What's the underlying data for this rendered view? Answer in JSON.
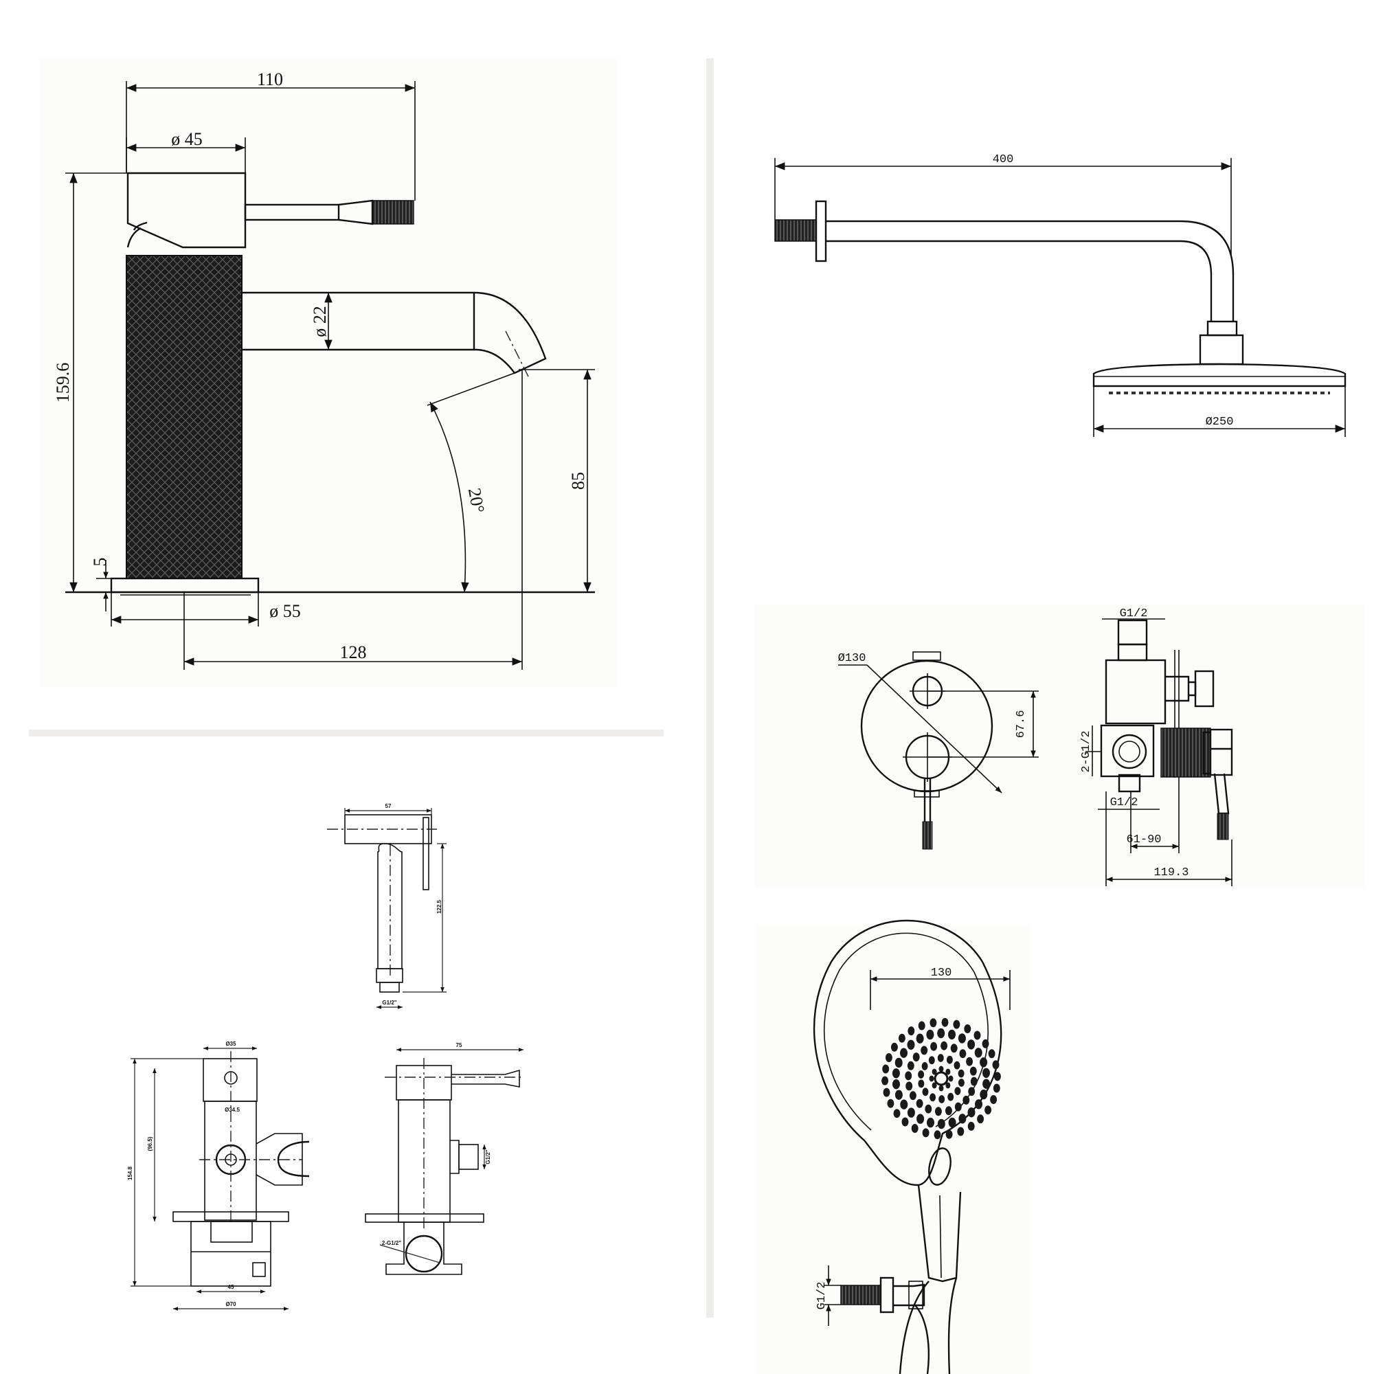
{
  "basin_mixer": {
    "dims": {
      "overall_width": "110",
      "handle_diameter": "ø 45",
      "height": "159.6",
      "spout_diameter": "ø 22",
      "spout_angle": "20°",
      "spout_height": "85",
      "base_thickness": "5",
      "base_diameter": "ø 55",
      "reach": "128"
    }
  },
  "shower_arm": {
    "dims": {
      "arm_length": "400",
      "rose_diameter": "Ø250"
    }
  },
  "diverter_mixer": {
    "dims": {
      "plate_diameter": "Ø130",
      "centres": "67.6",
      "top_thread": "G1/2",
      "side_thread": "2-G1/2",
      "bottom_thread": "G1/2",
      "wall_depth": "61-90",
      "overall_depth": "119.3"
    }
  },
  "hand_shower": {
    "dims": {
      "head_diameter": "130",
      "inlet_thread": "G1/2"
    }
  },
  "bidet_spray": {
    "dims": {
      "top_width": "57",
      "side_height": "122.5",
      "inlet": "G1/2\"",
      "mixer_body_width": "Ø35",
      "holder_note": "Ø34.5",
      "mixer_height": "154.8",
      "mixer_inner_height": "(96.5)",
      "base_width": "Ø70",
      "plate_width": "45",
      "side_reach": "75",
      "outlet_thread": "G1/2\"",
      "wall_thread": "2-G1/2\""
    }
  }
}
